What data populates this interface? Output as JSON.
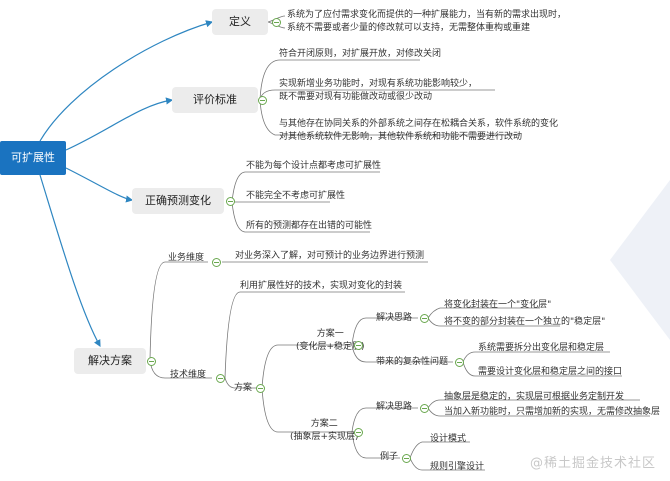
{
  "root": "可扩展性",
  "definition": {
    "title": "定义",
    "text1": "系统为了应付需求变化而提供的一种扩展能力，当有新的需求出现时，",
    "text2": "系统不需要或者少量的修改就可以支持，无需整体重构或重建"
  },
  "criteria": {
    "title": "评价标准",
    "items": [
      "符合开闭原则，对扩展开放，对修改关闭",
      "实现新增业务功能时，对现有系统功能影响较少，",
      "既不需要对现有功能做改动或很少改动",
      "与其他存在协同关系的外部系统之间存在松耦合关系，软件系统的变化",
      "对其他系统软件无影响，其他软件系统和功能不需要进行改动"
    ]
  },
  "prediction": {
    "title": "正确预测变化",
    "items": [
      "不能为每个设计点都考虑可扩展性",
      "不能完全不考虑可扩展性",
      "所有的预测都存在出错的可能性"
    ]
  },
  "solution": {
    "title": "解决方案",
    "business": {
      "label": "业务维度",
      "text": "对业务深入了解，对可预计的业务边界进行预测"
    },
    "technical": {
      "label": "技术维度",
      "intro": "利用扩展性好的技术，实现对变化的封装",
      "plan": "方案",
      "planA": {
        "title1": "方案一",
        "title2": "(变化层+稳定层)",
        "idea": "解决思路",
        "idea1": "将变化封装在一个\"变化层\"",
        "idea2": "将不变的部分封装在一个独立的\"稳定层\"",
        "complexity": "带来的复杂性问题",
        "c1": "系统需要拆分出变化层和稳定层",
        "c2": "需要设计变化层和稳定层之间的接口"
      },
      "planB": {
        "title1": "方案二",
        "title2": "(抽象层+实现层)",
        "idea": "解决思路",
        "idea1": "抽象层是稳定的，实现层可根据业务定制开发",
        "idea2": "当加入新功能时，只需增加新的实现，无需修改抽象层",
        "example": "例子",
        "e1": "设计模式",
        "e2": "规则引擎设计"
      }
    }
  },
  "watermark": "@稀土掘金技术社区",
  "colors": {
    "root": "#1a73c0",
    "node_bg": "#ececec",
    "line": "#666666",
    "arrow": "#2e86c1",
    "toggle": "#6aa84f"
  }
}
